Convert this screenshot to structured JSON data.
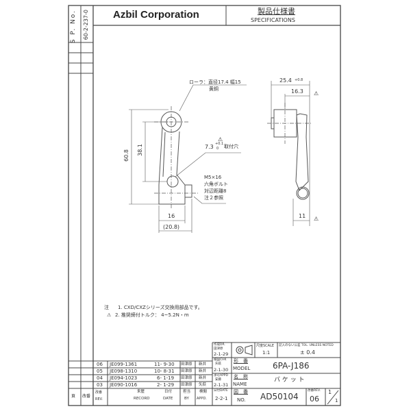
{
  "side": {
    "sp_no_label": "S P. No.",
    "sp_no_value": "60-2-237-0"
  },
  "header": {
    "company": "Azbil Corporation",
    "doc_type_jp": "製品仕様書",
    "doc_type_en": "SPECIFICATIONS"
  },
  "drawing": {
    "roller_note_1": "ローラ：直径17.4  幅15",
    "roller_note_2": "黄銅",
    "dim_60_8": "60.8",
    "dim_38_1": "38.1",
    "hole": "7.3",
    "hole_tol_plus": "+0.1",
    "hole_tol_minus": "0",
    "hole_label": "取付穴",
    "bolt_1": "M5×16",
    "bolt_2": "六角ボルト",
    "bolt_3": "対辺距離8",
    "bolt_4": "注２参照",
    "dim_16": "16",
    "dim_20_8": "(20.8)",
    "dim_25_4": "25.4",
    "dim_25_4_tol": "+0.8",
    "dim_16_3": "16.3",
    "dim_11": "11",
    "warn_symbol": "⚠"
  },
  "notes": {
    "prefix": "注",
    "note1": "1. CXD/CXZシリーズ交換用部品です。",
    "note2": "2. 推奨締付トルク：  4~5.2N・m"
  },
  "revisions": {
    "rows": [
      {
        "rev": "06",
        "record": "JE099-1361",
        "date": "11- 9-30",
        "by": "田津原",
        "appd": "新井"
      },
      {
        "rev": "05",
        "record": "JE098-1310",
        "date": "10- 8-31",
        "by": "田津原",
        "appd": "新井"
      },
      {
        "rev": "04",
        "record": "JE094-1023",
        "date": "6- 1-19",
        "by": "田津原",
        "appd": "新井"
      },
      {
        "rev": "03",
        "record": "JE090-1016",
        "date": "2- 1-29",
        "by": "田津原",
        "appd": "矢萩"
      }
    ],
    "footer": {
      "page": "頁",
      "rev_no": "改番",
      "rev_jp": "改番",
      "rev_en": "REV.",
      "record_jp": "来歴",
      "record_en": "RECORD",
      "date_jp": "日付",
      "date_en": "DATE",
      "by_jp": "担当",
      "by_en": "BY",
      "appd_jp": "検閲",
      "appd_en": "APPD."
    }
  },
  "title_block": {
    "dr_label": "作成DR.",
    "dr_name": "田津原",
    "dr_date": "2-1-29",
    "chk_label": "検図CHK",
    "chk_name": "矢萩",
    "chk_date": "2-1-30",
    "appd_label": "承可APPD",
    "appd_name": "安藤",
    "appd_date": "2-1-31",
    "date_label": "日付DATE",
    "date_value": "2-2-1",
    "scale_label": "尺度SCALE",
    "scale_value": "1:1",
    "tol_label": "記入のない公差 TOL. UNLESS NOTED",
    "tol_value": "± 0.4",
    "model_jp": "形　番",
    "model_en": "MODEL",
    "model_value": "6PA-J186",
    "name_jp": "名　称",
    "name_en": "NAME",
    "name_value": "バ ケ ッ ト",
    "no_jp": "図　番",
    "no_en": "NO.",
    "no_value": "AD50104",
    "rev_label": "改番REV.",
    "rev_value": "06",
    "sheet": "1",
    "sheets": "1"
  }
}
